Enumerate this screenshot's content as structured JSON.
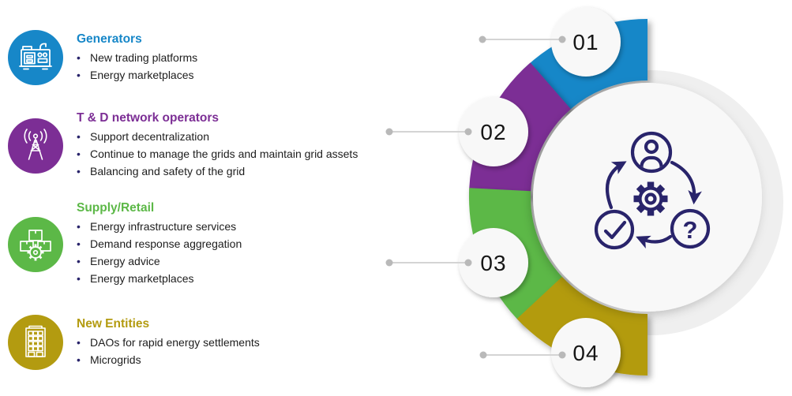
{
  "palette": {
    "blue": "#1787c8",
    "purple": "#7c2e95",
    "green": "#5cb847",
    "gold": "#b39b10",
    "navy_icon": "#29246b",
    "big_circle_fill": "#f8f8f8",
    "outer_ring_fill": "#efefef",
    "connector_line": "#d4d4d4",
    "connector_dot": "#b9b9b9",
    "body_text": "#1d1d1d"
  },
  "sections": [
    {
      "title": "Generators",
      "number": "01",
      "color": "#1787c8",
      "icon": "generator-icon",
      "bullets": [
        "New trading platforms",
        "Energy marketplaces"
      ]
    },
    {
      "title": "T & D network operators",
      "number": "02",
      "color": "#7c2e95",
      "icon": "radio-tower-icon",
      "bullets": [
        "Support decentralization",
        "Continue to manage the grids and maintain grid assets",
        "Balancing and safety of the grid"
      ]
    },
    {
      "title": "Supply/Retail",
      "number": "03",
      "color": "#5cb847",
      "icon": "supply-boxes-icon",
      "bullets": [
        "Energy infrastructure services",
        "Demand response aggregation",
        "Energy advice",
        "Energy marketplaces"
      ]
    },
    {
      "title": "New Entities",
      "number": "04",
      "color": "#b39b10",
      "icon": "building-icon",
      "bullets": [
        "DAOs for rapid energy settlements",
        "Microgrids"
      ]
    }
  ],
  "center": {
    "icons": [
      "user-icon",
      "gear-icon",
      "check-icon",
      "question-icon"
    ],
    "question_glyph": "?"
  }
}
